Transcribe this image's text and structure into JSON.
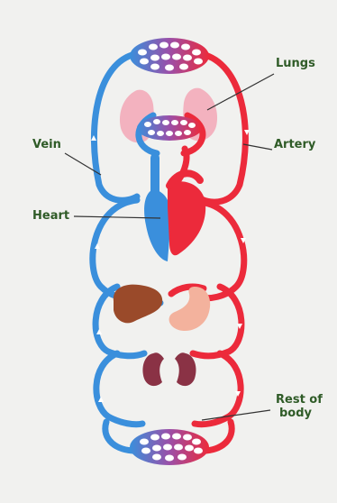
{
  "labels": {
    "lungs": "Lungs",
    "vein": "Vein",
    "artery": "Artery",
    "heart": "Heart",
    "rest_of_body_line1": "Rest of",
    "rest_of_body_line2": "body"
  },
  "colors": {
    "vein": "#3a8fdc",
    "artery": "#ec2a3b",
    "label_text": "#2f5b27",
    "background": "#f1f1ef",
    "lungs": "#f3a7b6",
    "liver": "#9a4a2a",
    "stomach": "#f3b29d",
    "kidneys": "#8a3245"
  }
}
